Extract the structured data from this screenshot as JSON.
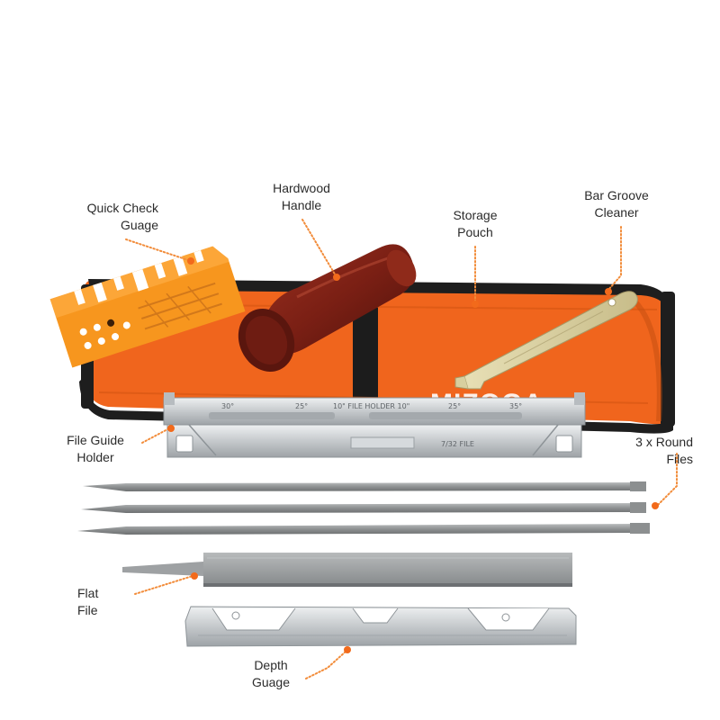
{
  "labels": {
    "quick_check": [
      "Quick Check",
      "Guage"
    ],
    "hardwood": [
      "Hardwood",
      "Handle"
    ],
    "storage": [
      "Storage",
      "Pouch"
    ],
    "bar_groove": [
      "Bar Groove",
      "Cleaner"
    ],
    "file_guide": [
      "File Guide",
      "Holder"
    ],
    "round_files": [
      "3 x Round",
      "Files"
    ],
    "flat_file": [
      "Flat",
      "File"
    ],
    "depth": [
      "Depth",
      "Guage"
    ]
  },
  "product_markings": {
    "pouch_brand": "MIZOGA",
    "holder_angles": [
      "30°",
      "25°",
      "10\" FILE HOLDER 10\"",
      "25°",
      "35°"
    ],
    "holder_lower": "7/32 FILE"
  },
  "colors": {
    "accent": "#f26a1b",
    "pouch": "#f0651d",
    "pouch_dark": "#1e1e1e",
    "callout_line": "#f28c3a",
    "handle": "#7a1f14",
    "metal": "#c9ccce",
    "text": "#2b2b2b"
  }
}
